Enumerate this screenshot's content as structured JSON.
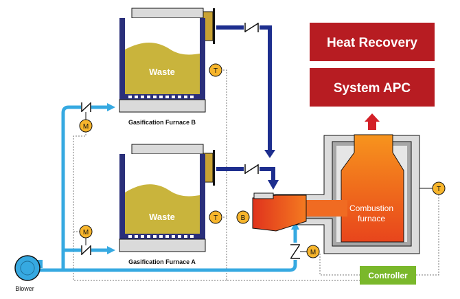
{
  "boxes": {
    "heat_recovery": "Heat Recovery",
    "system_apc": "System APC",
    "controller": "Controller"
  },
  "furnaces": {
    "b": {
      "waste_label": "Waste",
      "caption": "Gasification Furnace B"
    },
    "a": {
      "waste_label": "Waste",
      "caption": "Gasification Furnace A"
    }
  },
  "combustion": {
    "line1": "Combustion",
    "line2": "furnace"
  },
  "blower": "Blower",
  "instrument_tags": {
    "temperature": "T",
    "motor": "M",
    "burner": "B"
  },
  "colors": {
    "apc_red": "#b71c22",
    "flame_orange": "#f05a22",
    "air_blue": "#36a9e1",
    "gas_navy": "#1d2e8e",
    "waste_olive": "#c9b43c",
    "controller_green": "#7ab82b",
    "instrument_yellow": "#f7b52c"
  }
}
